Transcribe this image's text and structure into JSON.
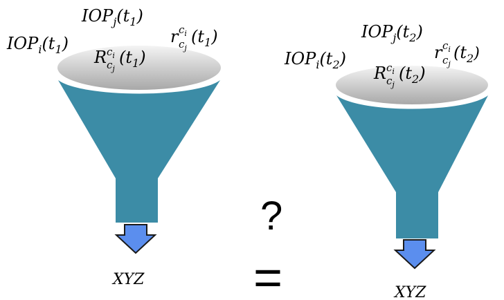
{
  "funnels": [
    {
      "labels": {
        "iop_i": {
          "base": "IOP",
          "sub": "i",
          "arg": "(t",
          "argsub": "1",
          "close": ")"
        },
        "iop_j": {
          "base": "IOP",
          "sub": "j",
          "arg": "(t",
          "argsub": "1",
          "close": ")"
        },
        "r_lower": {
          "base": "r",
          "sup": "c",
          "supsub": "i",
          "sub": "c",
          "subsub": "j",
          "arg": "(t",
          "argsub": "1",
          "close": ")"
        },
        "r_upper": {
          "base": "R",
          "sup": "c",
          "supsub": "i",
          "sub": "c",
          "subsub": "j",
          "arg": "(t",
          "argsub": "1",
          "close": ")"
        }
      },
      "output": "XYZ"
    },
    {
      "labels": {
        "iop_i": {
          "base": "IOP",
          "sub": "i",
          "arg": "(t",
          "argsub": "2",
          "close": ")"
        },
        "iop_j": {
          "base": "IOP",
          "sub": "j",
          "arg": "(t",
          "argsub": "2",
          "close": ")"
        },
        "r_lower": {
          "base": "r",
          "sup": "c",
          "supsub": "i",
          "sub": "c",
          "subsub": "j",
          "arg": "(t",
          "argsub": "2",
          "close": ")"
        },
        "r_upper": {
          "base": "R",
          "sup": "c",
          "supsub": "i",
          "sub": "c",
          "subsub": "j",
          "arg": "(t",
          "argsub": "2",
          "close": ")"
        }
      },
      "output": "XYZ"
    }
  ],
  "comparison": {
    "question": "?",
    "equals": "="
  },
  "colors": {
    "funnel_body": "#3C8CA6",
    "funnel_top_light": "#f4f4f4",
    "funnel_top_dark": "#a8a8a8",
    "arrow_fill": "#5B8EEE",
    "arrow_stroke": "#1a1a1a"
  }
}
